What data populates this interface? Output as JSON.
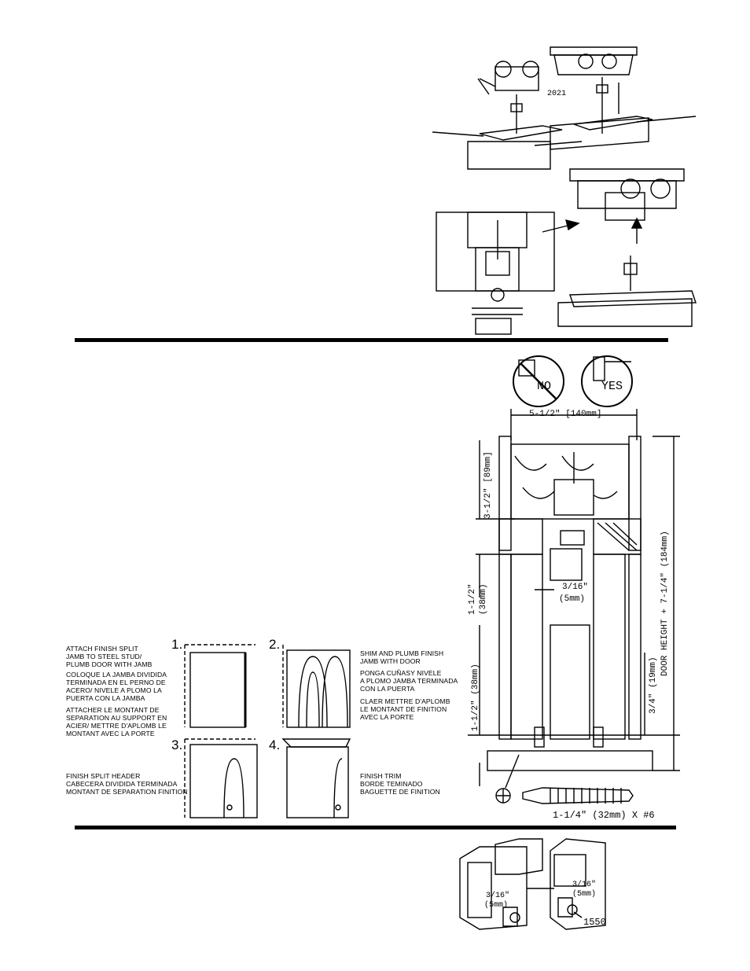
{
  "section1": {
    "callout_2021": "2021"
  },
  "section2": {
    "no_label": "NO",
    "yes_label": "YES",
    "dim_width": "5-1/2\" [140mm]",
    "dim_3_1_2": "3-1/2\" [89mm]",
    "dim_1_1_2_top": "1-1/2\"",
    "dim_38mm_top": "(38mm)",
    "dim_3_16": "3/16\"",
    "dim_5mm": "(5mm)",
    "dim_1_1_2_bottom": "1-1/2\" (38mm)",
    "dim_3_4": "3/4\" (19mm)",
    "dim_door_height": "DOOR HEIGHT + 7-1/4\" (184mm)",
    "screw_label": "1-1/4\" (32mm) X #6",
    "steps": [
      {
        "num": "1.",
        "text": "ATTACH FINISH SPLIT\nJAMB TO STEEL STUD/\nPLUMB DOOR WITH JAMB"
      },
      {
        "num": "2.",
        "text": "SHIM AND PLUMB FINISH\nJAMB WITH DOOR"
      },
      {
        "num": "3.",
        "text": "FINISH SPLIT HEADER\nCABECERA DIVIDIDA TERMINADA\nMONTANT DE SEPARATION FINITION"
      },
      {
        "num": "4.",
        "text": "FINISH TRIM\nBORDE TEMINADO\nBAGUETTE DE FINITION"
      }
    ],
    "step1_es": "COLOQUE LA JAMBA DIVIDIDA\nTERMINADA EN EL PERNO DE\nACERO/ NIVELE A PLOMO LA\nPUERTA CON LA JAMBA",
    "step1_fr": "ATTACHER LE MONTANT DE\nSEPARATION AU SUPPORT EN\nACIER/ METTRE D'APLOMB LE\nMONTANT AVEC LA PORTE",
    "step2_es": "PONGA CUÑASY NIVELE\nA PLOMO JAMBA TERMINADA\nCON LA PUERTA",
    "step2_fr": "CLAER METTRE D'APLOMB\nLE MONTANT DE FINITION\nAVEC LA PORTE"
  },
  "section3": {
    "dim_left_in": "3/16\"",
    "dim_left_mm": "(5mm)",
    "dim_right_in": "3/16\"",
    "dim_right_mm": "(5mm)",
    "part_1550": "1550"
  }
}
